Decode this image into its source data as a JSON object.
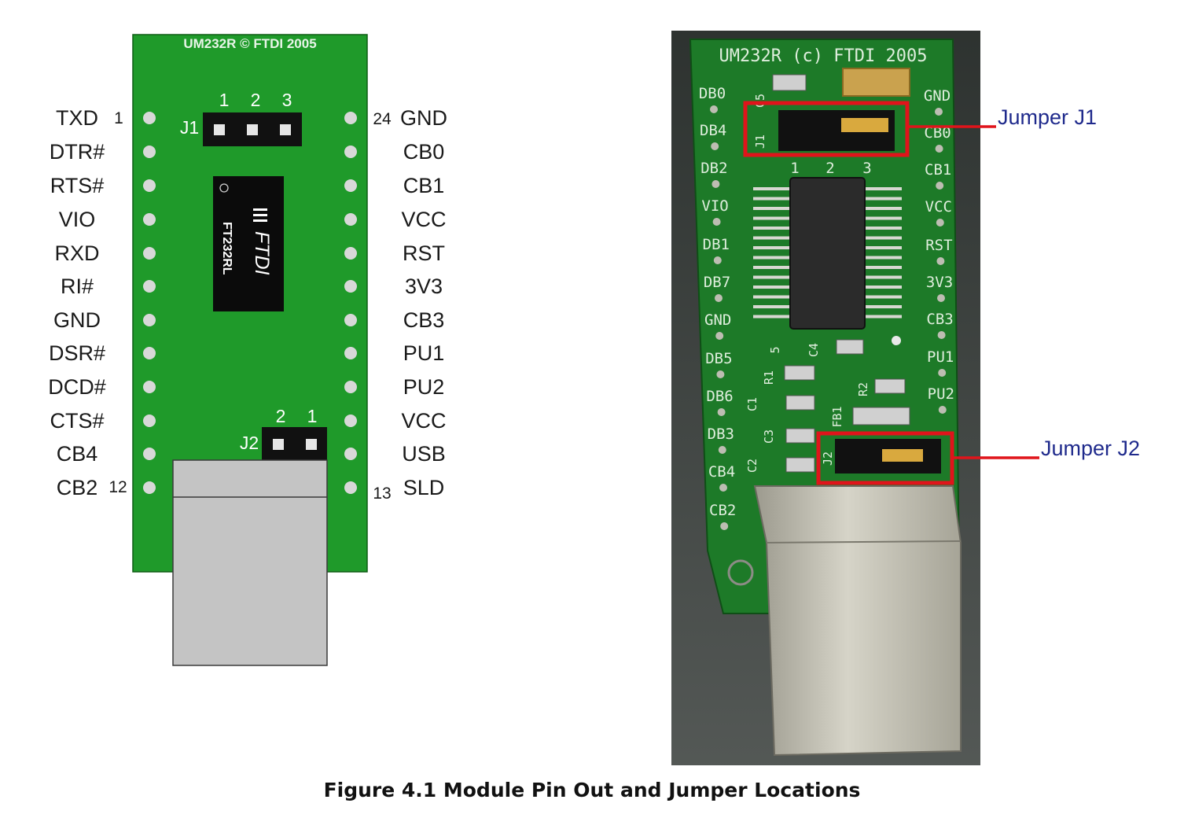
{
  "schematic": {
    "board_title": "UM232R © FTDI 2005",
    "chip_brand": "FTDI",
    "chip_part": "FT232RL",
    "j1": {
      "label": "J1",
      "pins": [
        "1",
        "2",
        "3"
      ]
    },
    "j2": {
      "label": "J2",
      "pins": [
        "2",
        "1"
      ]
    },
    "left_pins": [
      "TXD",
      "DTR#",
      "RTS#",
      "VIO",
      "RXD",
      "RI#",
      "GND",
      "DSR#",
      "DCD#",
      "CTS#",
      "CB4",
      "CB2"
    ],
    "right_pins": [
      "GND",
      "CB0",
      "CB1",
      "VCC",
      "RST",
      "3V3",
      "CB3",
      "PU1",
      "PU2",
      "VCC",
      "USB",
      "SLD"
    ],
    "pin_num_top_left": "1",
    "pin_num_bottom_left": "12",
    "pin_num_top_right": "24",
    "pin_num_bottom_right": "13",
    "colors": {
      "board": "#1f9a2a",
      "usb": "#c4c4c4",
      "chip": "#0b0b0b"
    }
  },
  "photo": {
    "board_title": "UM232R (c) FTDI 2005",
    "left_silk": [
      "DB0",
      "DB4",
      "DB2",
      "VIO",
      "DB1",
      "DB7",
      "GND",
      "DB5",
      "DB6",
      "DB3",
      "CB4",
      "CB2"
    ],
    "right_silk": [
      "GND",
      "CB0",
      "CB1",
      "VCC",
      "RST",
      "3V3",
      "CB3",
      "PU1",
      "PU2"
    ],
    "j1_numbers": [
      "1",
      "2",
      "3"
    ],
    "component_labels": [
      "C5",
      "J1",
      "R1",
      "C4",
      "C1",
      "C3",
      "C2",
      "R2",
      "FB1",
      "J2",
      "5"
    ],
    "callout_j1": "Jumper J1",
    "callout_j2": "Jumper J2",
    "colors": {
      "highlight": "#e0141b",
      "callout_text": "#1f2a8c"
    }
  },
  "caption": "Figure 4.1 Module Pin Out and Jumper Locations"
}
